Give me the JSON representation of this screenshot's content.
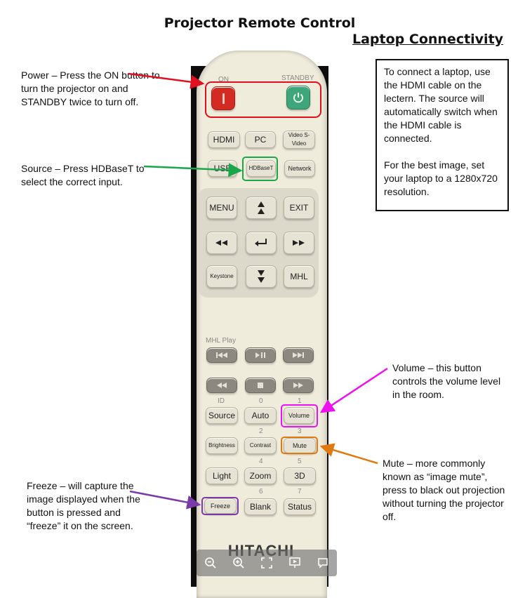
{
  "header": {
    "title": "Projector Remote Control",
    "subtitle": "Laptop Connectivity"
  },
  "info_box": {
    "paragraph_1": "To connect a laptop, use the HDMI cable on the lectern.  The source will automatically switch when the HDMI cable is connected.",
    "paragraph_2": "For the best image, set your laptop to a 1280x720 resolution."
  },
  "annotations": {
    "power": "Power – Press the ON button to turn the projector on and STANDBY twice to turn off.",
    "source": "Source – Press HDBaseT to select the correct input.",
    "volume": "Volume – this button controls the volume level in the room.",
    "mute": "Mute – more commonly known as “image mute”, press to black out projection without turning the projector off.",
    "freeze": "Freeze – will capture the image displayed when the button is pressed and “freeze” it on the screen."
  },
  "remote": {
    "on_label": "ON",
    "standby_label": "STANDBY",
    "hdmi": "HDMI",
    "pc": "PC",
    "video_svideo": "Video S-Video",
    "usb": "USB",
    "hdbaset": "HDBaseT",
    "network": "Network",
    "menu": "MENU",
    "exit": "EXIT",
    "keystone": "Keystone",
    "mhl": "MHL",
    "mhl_play": "MHL  Play",
    "num_id": "ID",
    "num_0": "0",
    "num_1": "1",
    "num_2": "2",
    "num_3": "3",
    "num_4": "4",
    "num_5": "5",
    "num_6": "6",
    "num_7": "7",
    "source": "Source",
    "auto": "Auto",
    "volume": "Volume",
    "brightness": "Brightness",
    "contrast": "Contrast",
    "mute": "Mute",
    "light": "Light",
    "zoom": "Zoom",
    "three_d": "3D",
    "freeze": "Freeze",
    "blank": "Blank",
    "status": "Status",
    "brand": "HITACHI"
  },
  "colors": {
    "power_highlight": "#e01020",
    "source_highlight": "#1aa64a",
    "volume_highlight": "#ee10ee",
    "mute_highlight": "#e07a10",
    "freeze_highlight": "#7a3aa8"
  },
  "viewer_toolbar": {
    "icons": [
      "zoom-out-icon",
      "zoom-in-icon",
      "fullscreen-icon",
      "slideshow-icon",
      "comment-icon"
    ]
  }
}
